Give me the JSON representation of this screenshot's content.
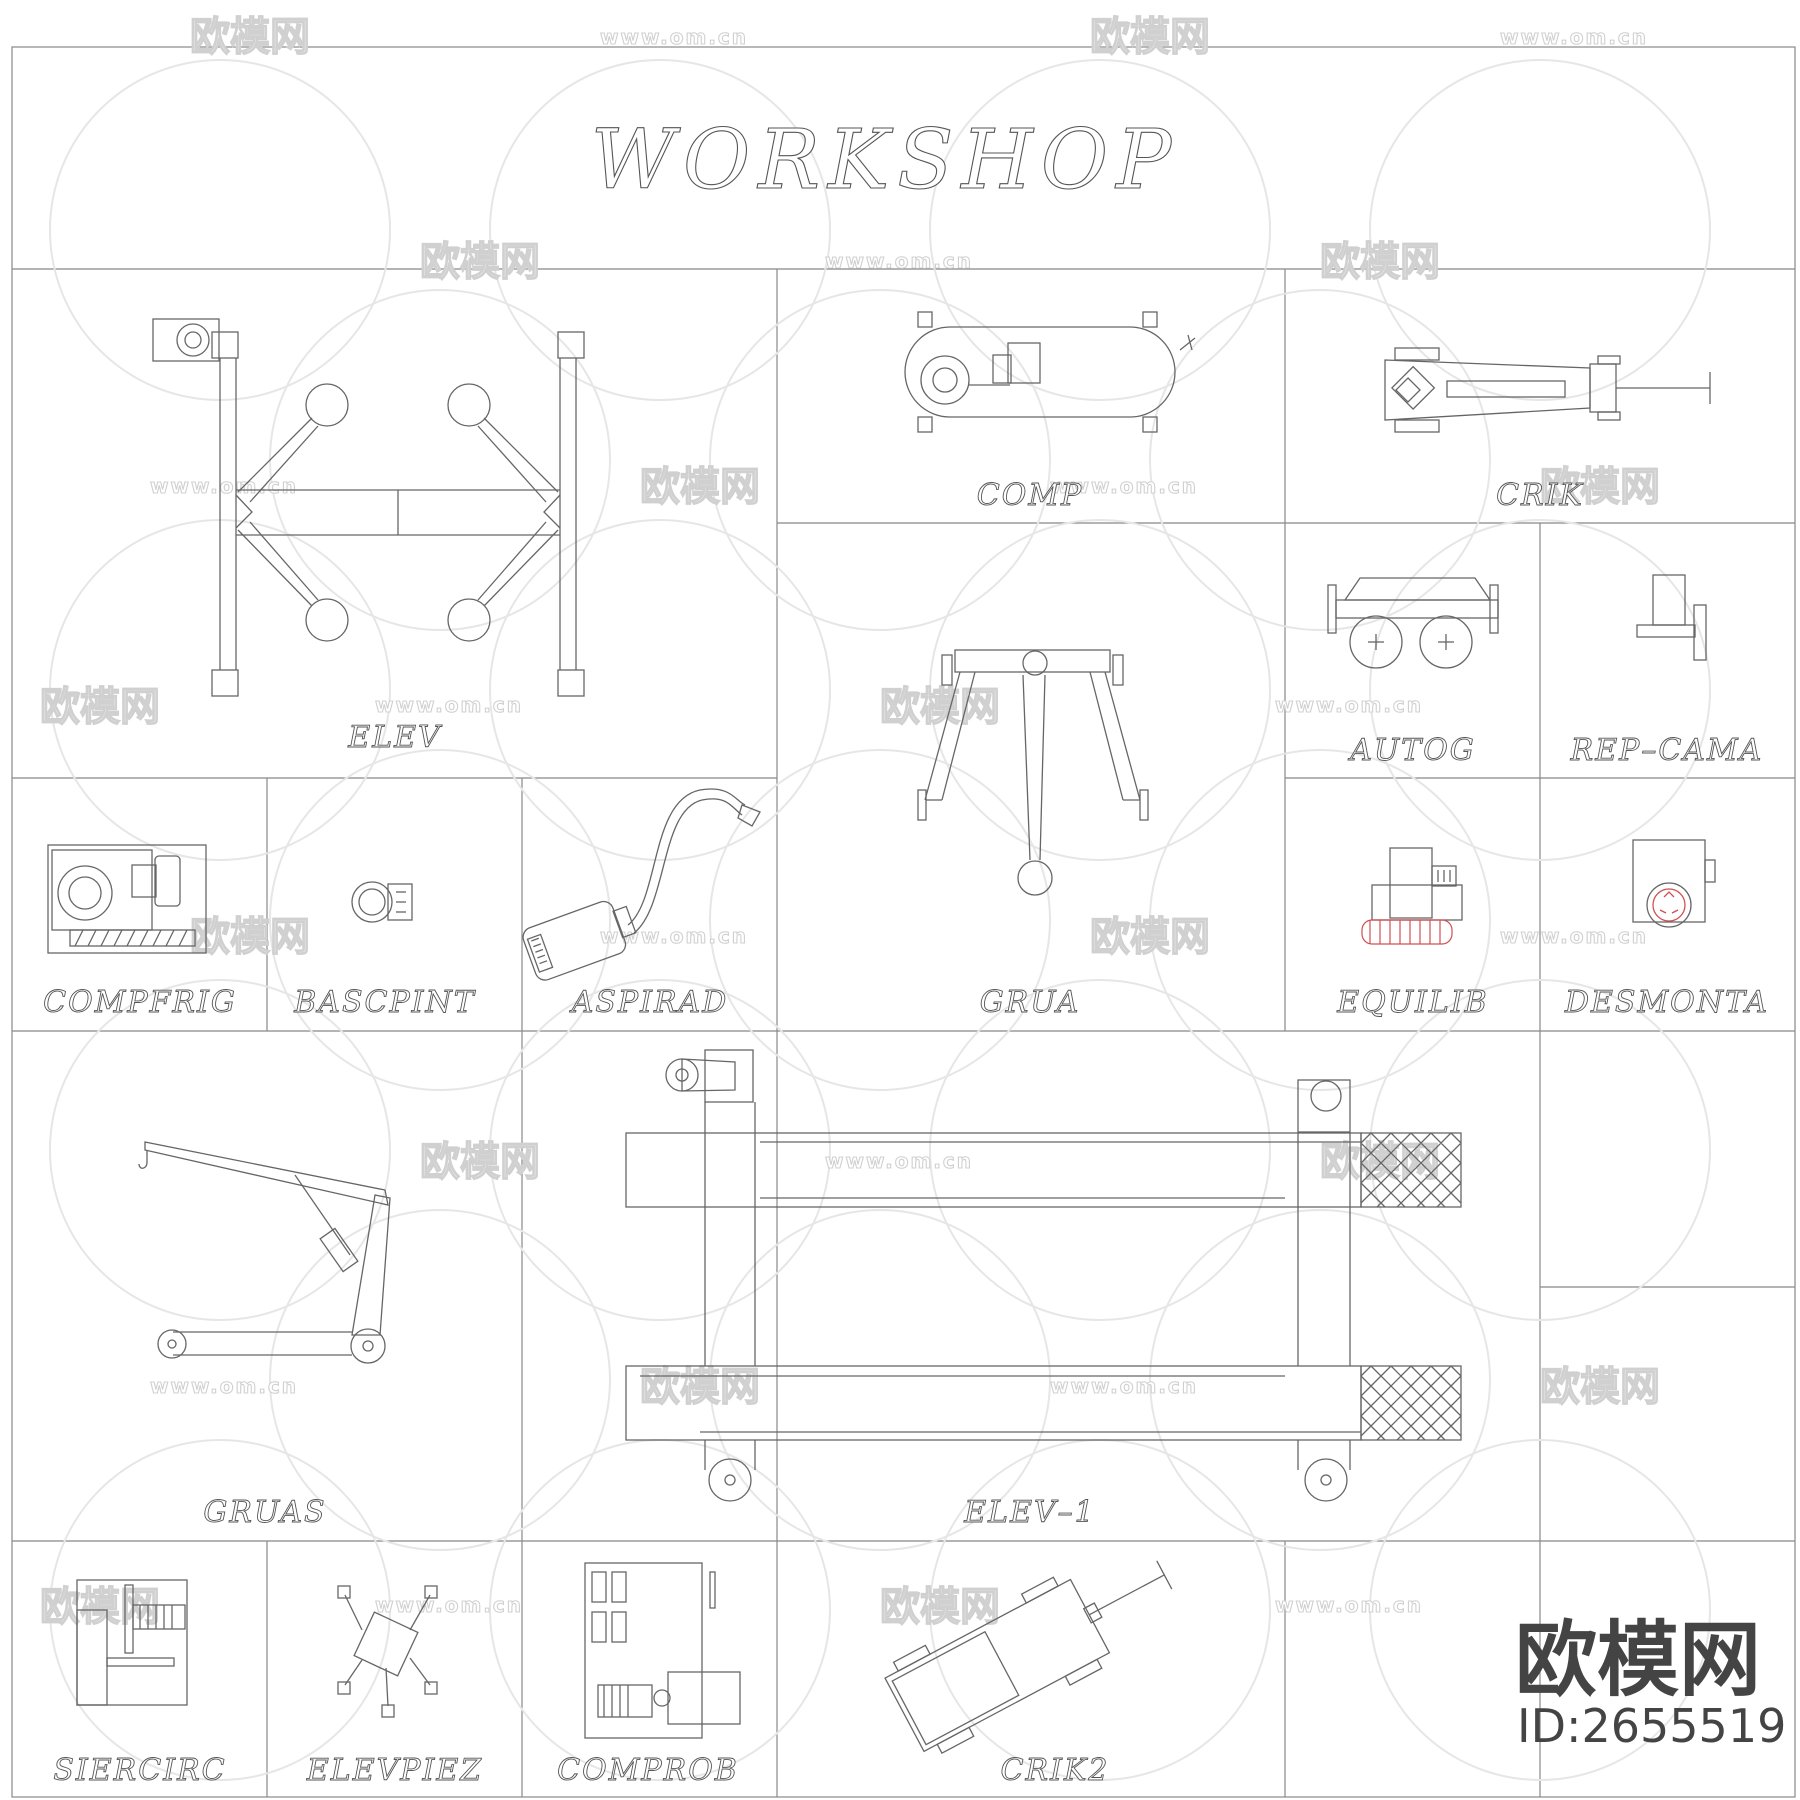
{
  "title": "WORKSHOP",
  "blocks": {
    "elev": "ELEV",
    "comp": "COMP",
    "crik": "CRIK",
    "grua": "GRUA",
    "autog": "AUTOG",
    "rep_cama": "REP–CAMA",
    "compfrig": "COMPFRIG",
    "bascpint": "BASCPINT",
    "aspirad": "ASPIRAD",
    "equilib": "EQUILIB",
    "desmonta": "DESMONTA",
    "gruas": "GRUAS",
    "elev_1": "ELEV–1",
    "siercirc": "SIERCIRC",
    "elevpiez": "ELEVPIEZ",
    "comprob": "COMPROB",
    "crik2": "CRIK2"
  },
  "watermark": {
    "brand": "欧模网",
    "url": "www.om.cn"
  },
  "logo": {
    "text": "欧模网",
    "id": "ID:2655519"
  }
}
